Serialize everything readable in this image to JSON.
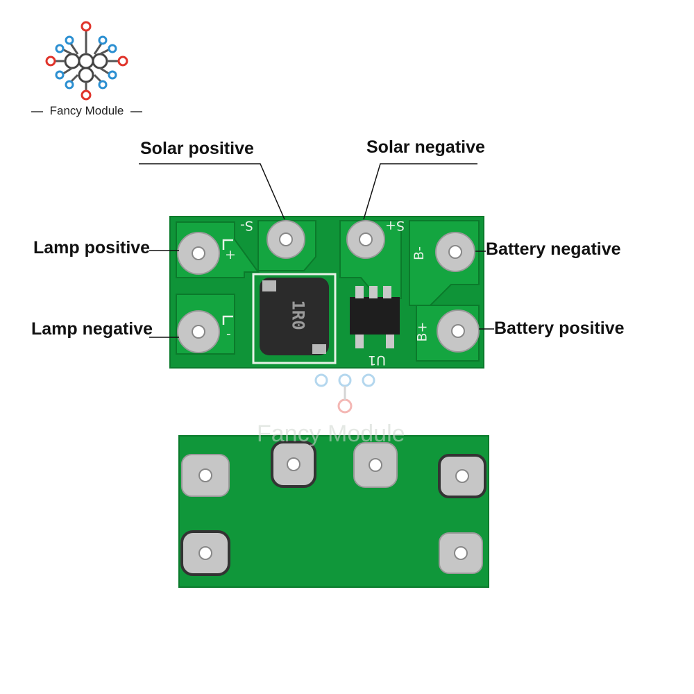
{
  "brand": {
    "name": "Fancy Module",
    "watermark_text": "Fancy Module"
  },
  "labels": {
    "solar_positive": "Solar positive",
    "solar_negative": "Solar negative",
    "lamp_positive": "Lamp positive",
    "lamp_negative": "Lamp negative",
    "battery_negative": "Battery negative",
    "battery_positive": "Battery positive"
  },
  "silkscreen": {
    "solar_minus": "S-",
    "solar_plus": "S+",
    "lamp_plus": "+",
    "lamp_minus": "-",
    "battery_minus": "B-",
    "battery_plus": "B+",
    "inductor_marking": "1R0",
    "chip_ref": "U1"
  },
  "colors": {
    "pcb_green": "#119a3a",
    "pcb_dark": "#0b7a2b",
    "pad_silver": "#c9c9c9",
    "logo_red": "#e0342b",
    "logo_blue": "#2b8fd1"
  }
}
